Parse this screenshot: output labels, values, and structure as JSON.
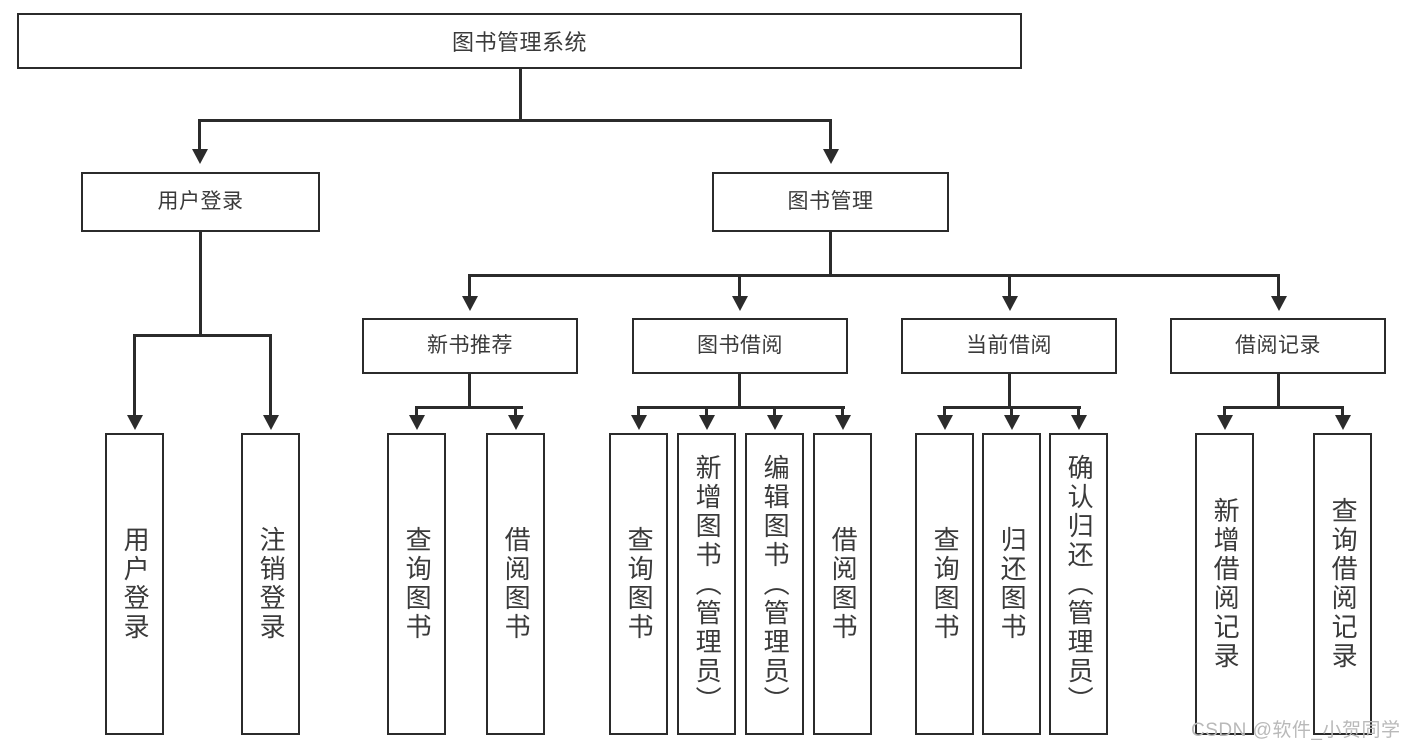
{
  "diagram": {
    "title": "图书管理系统",
    "type": "tree-hierarchy-chart",
    "root": {
      "label": "图书管理系统"
    },
    "level2": [
      {
        "label": "用户登录"
      },
      {
        "label": "图书管理"
      }
    ],
    "level3": [
      {
        "label": "新书推荐"
      },
      {
        "label": "图书借阅"
      },
      {
        "label": "当前借阅"
      },
      {
        "label": "借阅记录"
      }
    ],
    "leaves": {
      "user_login": [
        {
          "label": "用户登录"
        },
        {
          "label": "注销登录"
        }
      ],
      "new_book_recommend": [
        {
          "label": "查询图书"
        },
        {
          "label": "借阅图书"
        }
      ],
      "book_borrow": [
        {
          "label": "查询图书"
        },
        {
          "label": "新增图书（管理员）"
        },
        {
          "label": "编辑图书（管理员）"
        },
        {
          "label": "借阅图书"
        }
      ],
      "current_borrow": [
        {
          "label": "查询图书"
        },
        {
          "label": "归还图书"
        },
        {
          "label": "确认归还（管理员）"
        }
      ],
      "borrow_record": [
        {
          "label": "新增借阅记录"
        },
        {
          "label": "查询借阅记录"
        }
      ]
    }
  },
  "watermark": {
    "text": "CSDN @软件_小贺同学"
  },
  "colors": {
    "stroke": "#2b2b2b",
    "text": "#3a3a3a",
    "background": "#ffffff",
    "watermark": "#b9b9b9"
  }
}
